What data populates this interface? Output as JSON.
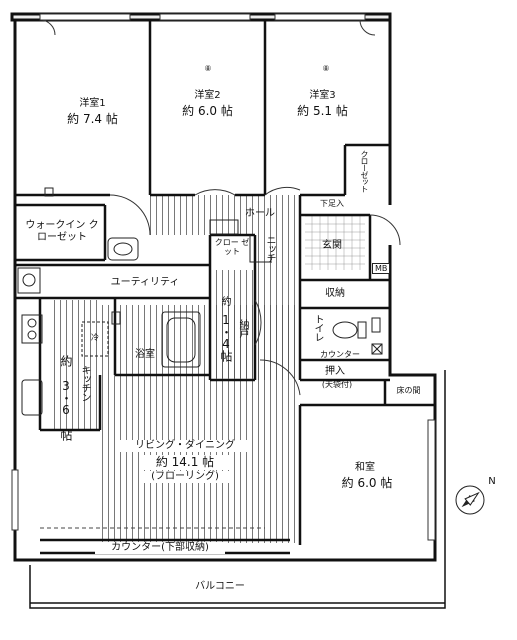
{
  "rooms": {
    "western1": {
      "name": "洋室1",
      "size": "約 7.4 帖"
    },
    "western2": {
      "name": "洋室2",
      "size": "約 6.0 帖"
    },
    "western3": {
      "name": "洋室3",
      "size": "約 5.1 帖"
    },
    "closet": "クローゼット",
    "walk_in_closet": "ウォークイン クローゼット",
    "hall": "ホール",
    "niche": "ニッチ",
    "closet2": "クロー ゼット",
    "entrance": "玄関",
    "shoe_storage": "下足入",
    "mb": "MB",
    "utility": "ユーティリティ",
    "storage_room": {
      "name": "納戸",
      "size": "約 1・4 帖"
    },
    "storage": "収納",
    "toilet": "トイレ",
    "counter_small": "カウンター",
    "oshiire": "押入",
    "oshiire_sub": "(天袋付)",
    "tokonoma": "床の間",
    "bath": "浴室",
    "kitchen": {
      "name": "キッチン",
      "size": "約 3・6 帖"
    },
    "living": {
      "name": "リビング・ダイニング",
      "size": "約 14.1 帖",
      "floor": "(フローリング)"
    },
    "japanese": {
      "name": "和室",
      "size": "約 6.0 帖"
    },
    "counter_bottom": "カウンター(下部収納)",
    "balcony": "バルコニー",
    "wash": "冷",
    "compass": "N",
    "marker": "⑧"
  }
}
